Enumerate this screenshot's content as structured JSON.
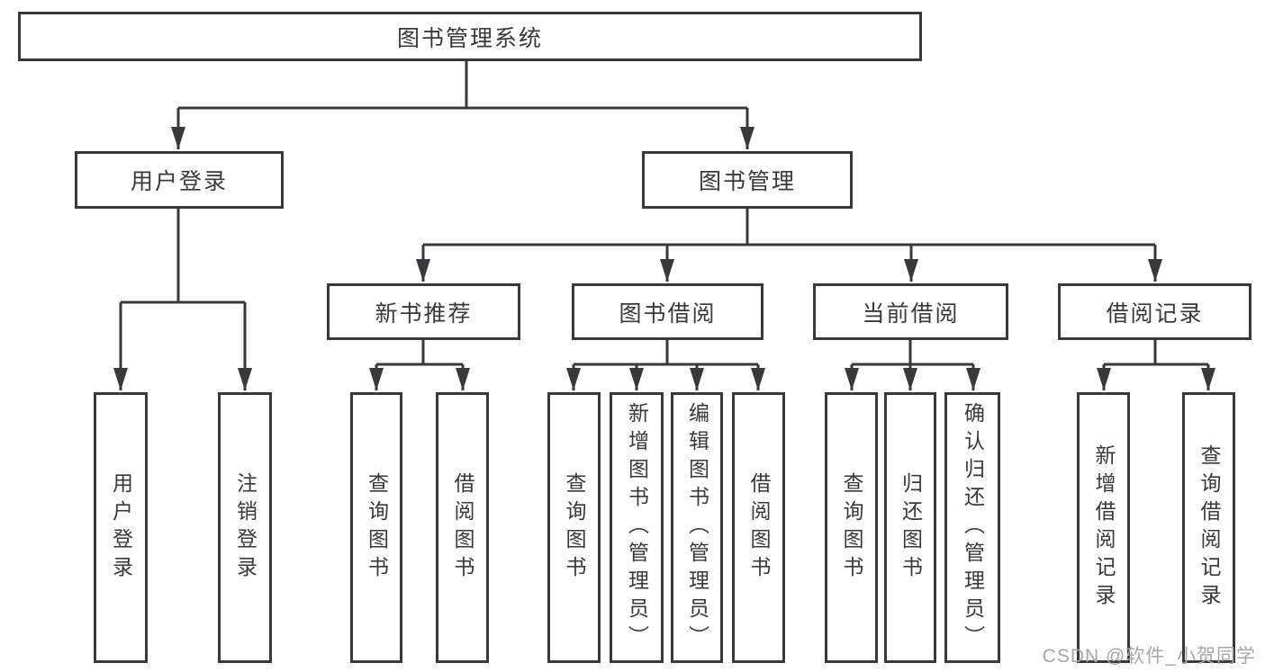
{
  "tree": {
    "root": {
      "label": "图书管理系统"
    },
    "branches": [
      {
        "label": "用户登录",
        "children": [
          {
            "label": "用户登录"
          },
          {
            "label": "注销登录"
          }
        ]
      },
      {
        "label": "图书管理",
        "sections": [
          {
            "label": "新书推荐",
            "children": [
              {
                "label": "查询图书"
              },
              {
                "label": "借阅图书"
              }
            ]
          },
          {
            "label": "图书借阅",
            "children": [
              {
                "label": "查询图书"
              },
              {
                "label": "新增图书（管理员）"
              },
              {
                "label": "编辑图书（管理员）"
              },
              {
                "label": "借阅图书"
              }
            ]
          },
          {
            "label": "当前借阅",
            "children": [
              {
                "label": "查询图书"
              },
              {
                "label": "归还图书"
              },
              {
                "label": "确认归还（管理员）"
              }
            ]
          },
          {
            "label": "借阅记录",
            "children": [
              {
                "label": "新增借阅记录"
              },
              {
                "label": "查询借阅记录"
              }
            ]
          }
        ]
      }
    ]
  },
  "watermark": {
    "text": "CSDN @软件_小贺同学"
  },
  "colors": {
    "line": "#39393b",
    "text": "#39393b",
    "background": "#ffffff",
    "watermark": "#a6a6a6"
  }
}
